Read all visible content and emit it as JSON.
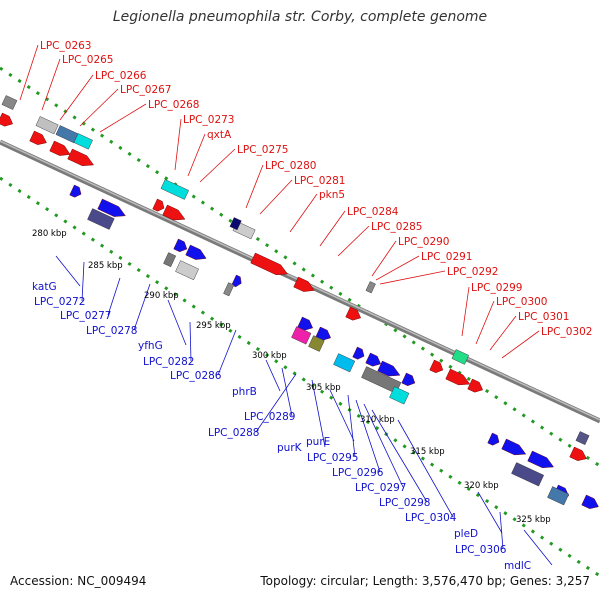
{
  "title": "Legionella pneumophila str. Corby, complete genome",
  "footer": {
    "accession": "Accession: NC_009494",
    "summary": "Topology: circular; Length: 3,576,470 bp; Genes: 3,257"
  },
  "colors": {
    "forward_label": "#dd1111",
    "reverse_label": "#1111cc",
    "backbone": "#8a8a8a",
    "gc_dots": "#229922"
  },
  "scale_ticks": [
    "280 kbp",
    "285 kbp",
    "290 kbp",
    "295 kbp",
    "300 kbp",
    "305 kbp",
    "310 kbp",
    "315 kbp",
    "320 kbp",
    "325 kbp"
  ],
  "forward_labels": [
    "LPC_0263",
    "LPC_0265",
    "LPC_0266",
    "LPC_0267",
    "LPC_0268",
    "LPC_0273",
    "qxtA",
    "LPC_0275",
    "LPC_0280",
    "LPC_0281",
    "pkn5",
    "LPC_0284",
    "LPC_0285",
    "LPC_0290",
    "LPC_0291",
    "LPC_0292",
    "LPC_0299",
    "LPC_0300",
    "LPC_0301",
    "LPC_0302"
  ],
  "reverse_labels": [
    "katG",
    "LPC_0272",
    "LPC_0277",
    "LPC_0278",
    "yfhG",
    "LPC_0282",
    "LPC_0286",
    "phrB",
    "LPC_0289",
    "LPC_0288",
    "purK",
    "purE",
    "LPC_0295",
    "LPC_0296",
    "LPC_0297",
    "LPC_0298",
    "LPC_0304",
    "pleD",
    "LPC_0306",
    "mdlC"
  ]
}
